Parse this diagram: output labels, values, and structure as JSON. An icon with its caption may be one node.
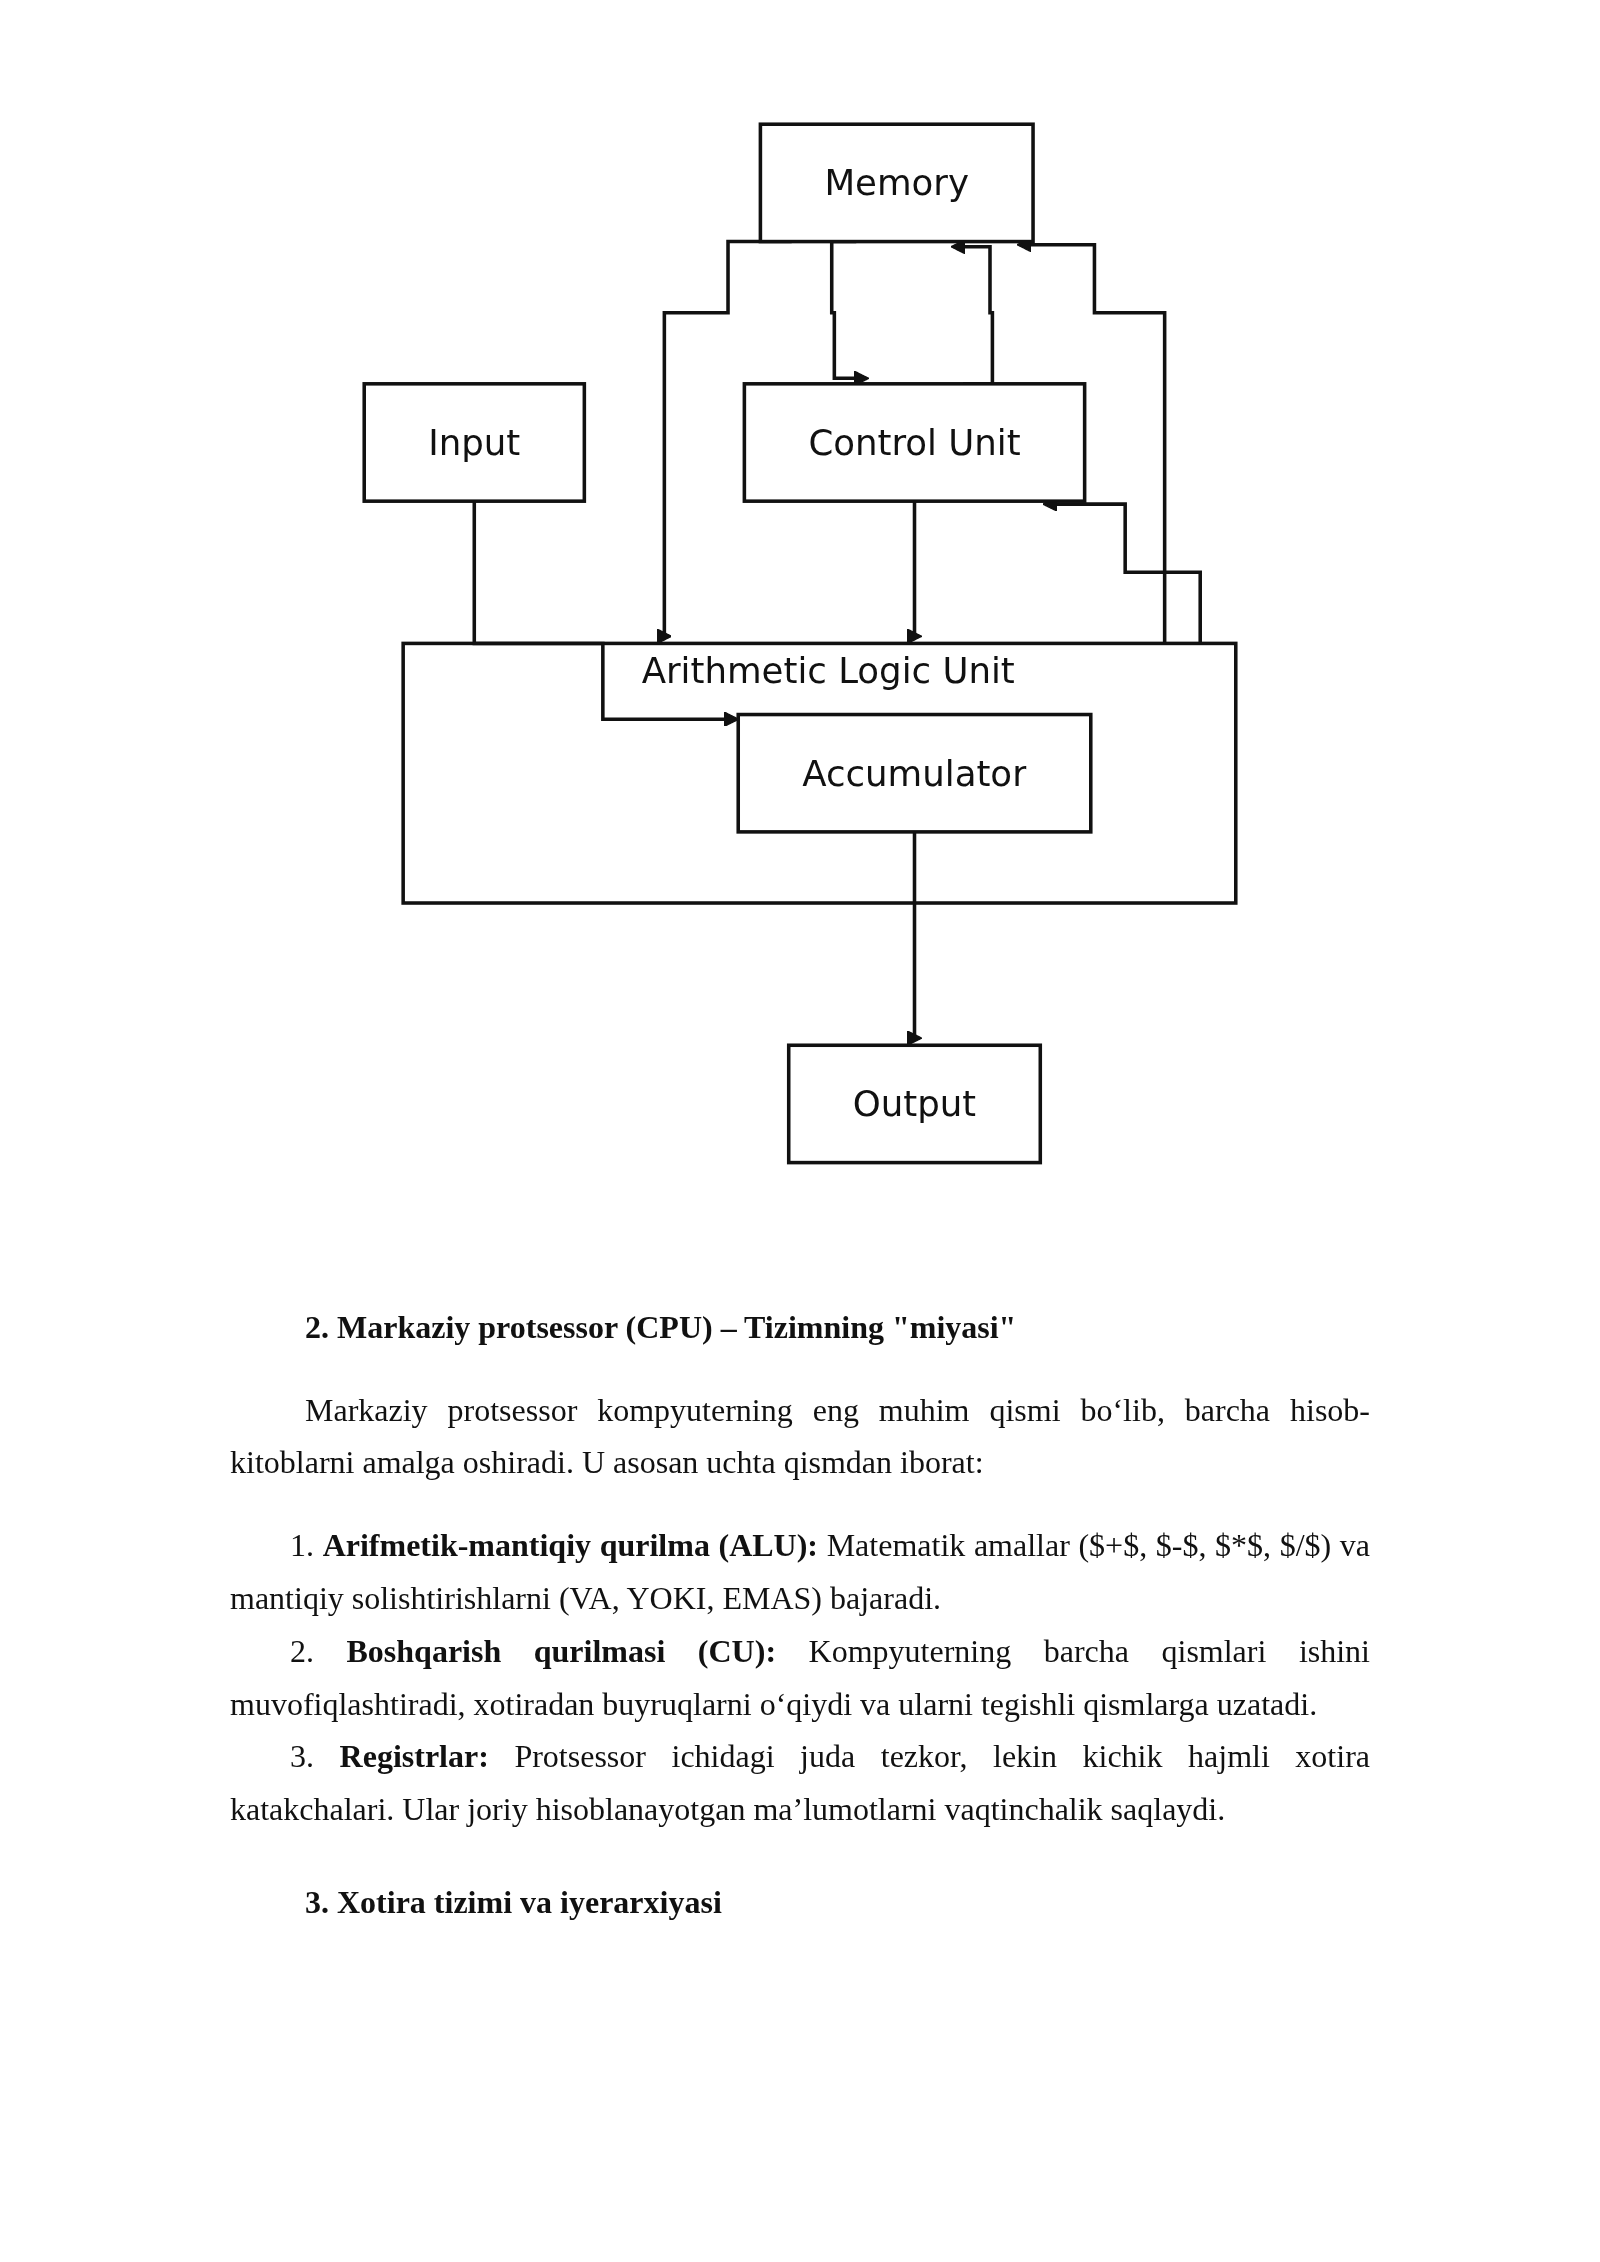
{
  "diagram": {
    "nodes": [
      {
        "text": [
          "Memory"
        ]
      },
      {
        "text": [
          "Control Unit"
        ]
      },
      {
        "text": [
          "Arithmetic Logic Unit"
        ]
      },
      {
        "text": [
          "Accumulator"
        ],
        "in": 2
      },
      {
        "text": [
          "Input"
        ]
      },
      {
        "text": [
          "Output"
        ]
      }
    ],
    "edges": [
      {
        "from": 0,
        "to": 1,
        "arrow": "to"
      },
      {
        "from": 1,
        "to": 0,
        "arrow": "to"
      },
      {
        "from": 0,
        "to": 2,
        "arrow": "to"
      },
      {
        "from": 2,
        "to": 0,
        "arrow": "to"
      },
      {
        "from": 2,
        "to": 1,
        "arrow": "to"
      },
      {
        "from": 1,
        "to": 2,
        "arrow": "to"
      },
      {
        "from": 4,
        "to": 3,
        "arrow": "to"
      },
      {
        "from": 3,
        "to": 5,
        "arrow": "to"
      }
    ],
    "labels": [
      "2. Markaziy protsessor (CPU) – Tizimning \"miyasi\"",
      "Markaziy protsessor kompyuterning eng muhim qismi bo‘lib, barcha hisob-kitoblarni amalga oshiradi. U asosan uchta qismdan iborat:",
      "1. **Arifmetik-mantiqiy qurilma (ALU):** Matematik amallar ($+$, $-$, $*$, $/$) va mantiqiy solishtirishlarni (VA, YOKI, EMAS) bajaradi.",
      "2. **Boshqarish qurilmasi (CU):** Kompyuterning barcha qismlari ishini muvofiqlashtiradi, xotiradan buyruqlarni o‘qiydi va ularni tegishli qismlarga uzatadi.",
      "3. **Registrlar:** Protsessor ichidagi juda tezkor, lekin kichik hajmli xotira katakchalari. Ular joriy hisoblanayotgan ma’lumotlarni vaqtinchalik saqlaydi.",
      "3. Xotira tizimi va iyerarxiyasi"
    ]
  }
}
